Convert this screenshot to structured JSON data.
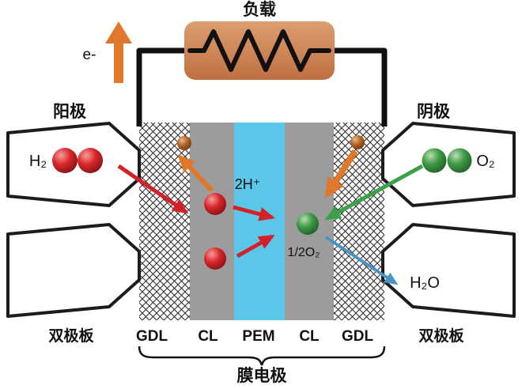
{
  "diagram": {
    "load_label": "负载",
    "electron_label": "e-",
    "anode_label": "阳极",
    "cathode_label": "阴极",
    "h2_label": "H₂",
    "o2_label": "O₂",
    "proton_label": "2H⁺",
    "half_o2_label": "1/2O₂",
    "water_label": "H₂O",
    "bipolar_left_label": "双极板",
    "bipolar_right_label": "双极板",
    "layer_labels": {
      "gdl_left": "GDL",
      "cl_left": "CL",
      "pem": "PEM",
      "cl_right": "CL",
      "gdl_right": "GDL"
    },
    "mea_label": "膜电极",
    "colors": {
      "load_box": "#cf8458",
      "orange_arrow": "#e0772b",
      "red": "#d42127",
      "green": "#3f9a46",
      "blue_arrow": "#4a93c3",
      "water_text": "#2f9ec9",
      "pem_blue": "#5cc6e8",
      "cl_gray": "#9c9c9c",
      "wire_black": "#111111"
    }
  }
}
